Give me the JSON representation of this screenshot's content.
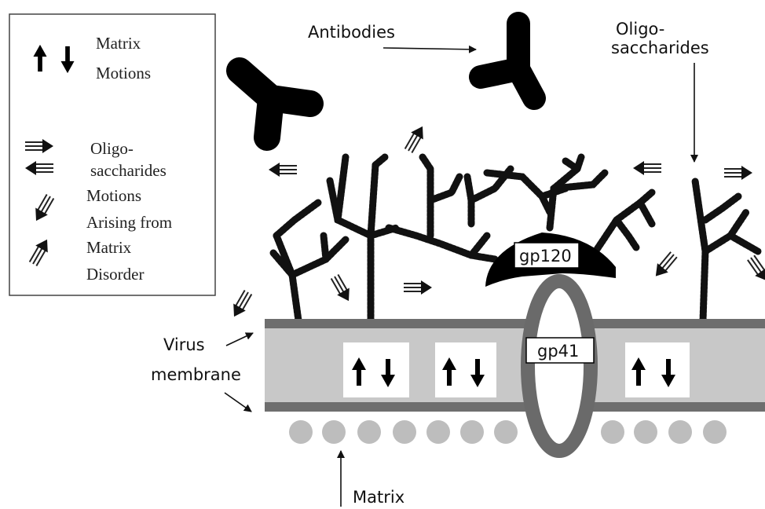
{
  "legend": {
    "matrix_motions_line1": "Matrix",
    "matrix_motions_line2": "Motions",
    "oligo_line1": "Oligo-",
    "oligo_line2": "saccharides",
    "disorder_line1": "Motions",
    "disorder_line2": "Arising from",
    "disorder_line3": "Matrix",
    "disorder_line4": "Disorder"
  },
  "labels": {
    "antibodies": "Antibodies",
    "oligo_line1": "Oligo-",
    "oligo_line2": "saccharides",
    "gp120": "gp120",
    "gp41": "gp41",
    "virus_line1": "Virus",
    "virus_line2": "membrane",
    "matrix": "Matrix"
  },
  "colors": {
    "membrane_fill": "#c8c8c8",
    "membrane_edge": "#6e6e6e",
    "matrix_particle": "#bdbdbd",
    "ink": "#111111",
    "gp41_ring": "#6a6a6a"
  }
}
